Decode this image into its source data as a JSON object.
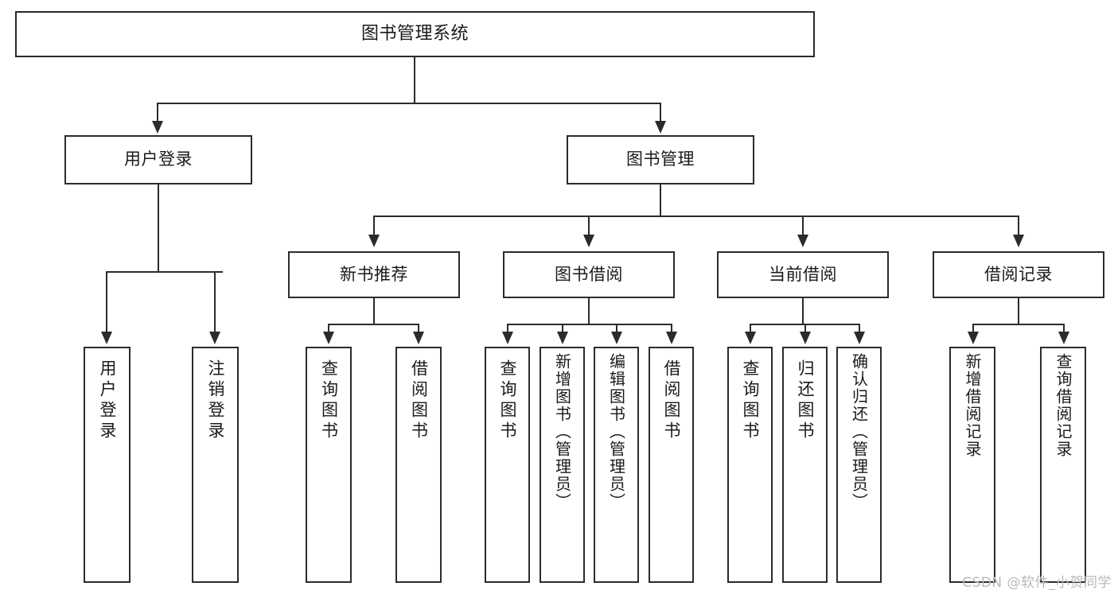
{
  "diagram": {
    "type": "tree",
    "title": "图书管理系统",
    "watermark": "CSDN @软件_小贺同学",
    "colors": {
      "box_border": "#2b2b2b",
      "box_fill": "#ffffff",
      "connector": "#2b2b2b",
      "text": "#1a1a1a",
      "watermark": "#b9b9b9",
      "background": "#ffffff"
    },
    "nodes": {
      "root": {
        "label": "图书管理系统",
        "level": 1
      },
      "level2": [
        {
          "id": "user-login",
          "label": "用户登录"
        },
        {
          "id": "book-manage",
          "label": "图书管理"
        }
      ],
      "level3": [
        {
          "id": "new-book-recommend",
          "label": "新书推荐",
          "parent": "book-manage"
        },
        {
          "id": "book-borrow",
          "label": "图书借阅",
          "parent": "book-manage"
        },
        {
          "id": "current-borrow",
          "label": "当前借阅",
          "parent": "book-manage"
        },
        {
          "id": "borrow-record",
          "label": "借阅记录",
          "parent": "book-manage"
        }
      ],
      "leaves": [
        {
          "id": "leaf-user-login",
          "label": "用户登录",
          "parent": "user-login"
        },
        {
          "id": "leaf-user-logout",
          "label": "注销登录",
          "parent": "user-login"
        },
        {
          "id": "leaf-query-book-1",
          "label": "查询图书",
          "parent": "new-book-recommend"
        },
        {
          "id": "leaf-borrow-book-1",
          "label": "借阅图书",
          "parent": "new-book-recommend"
        },
        {
          "id": "leaf-query-book-2",
          "label": "查询图书",
          "parent": "book-borrow"
        },
        {
          "id": "leaf-add-book",
          "label": "新增图书（管理员）",
          "parent": "book-borrow"
        },
        {
          "id": "leaf-edit-book",
          "label": "编辑图书（管理员）",
          "parent": "book-borrow"
        },
        {
          "id": "leaf-borrow-book-2",
          "label": "借阅图书",
          "parent": "book-borrow"
        },
        {
          "id": "leaf-query-book-3",
          "label": "查询图书",
          "parent": "current-borrow"
        },
        {
          "id": "leaf-return-book",
          "label": "归还图书",
          "parent": "current-borrow"
        },
        {
          "id": "leaf-confirm-return",
          "label": "确认归还（管理员）",
          "parent": "current-borrow"
        },
        {
          "id": "leaf-add-record",
          "label": "新增借阅记录",
          "parent": "borrow-record"
        },
        {
          "id": "leaf-query-record",
          "label": "查询借阅记录",
          "parent": "borrow-record"
        }
      ]
    }
  }
}
